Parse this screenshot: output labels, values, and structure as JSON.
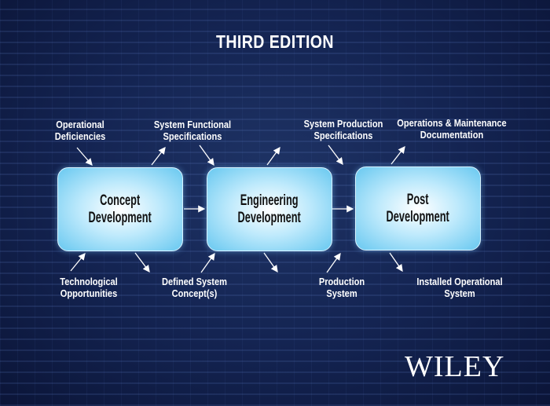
{
  "edition": "THIRD EDITION",
  "boxes": [
    {
      "line1": "Concept",
      "line2": "Development"
    },
    {
      "line1": "Engineering",
      "line2": "Development"
    },
    {
      "line1": "Post",
      "line2": "Development"
    }
  ],
  "inputs_top": [
    {
      "line1": "Operational",
      "line2": "Deficiencies"
    },
    {
      "line1": "System Functional",
      "line2": "Specifications"
    },
    {
      "line1": "System Production",
      "line2": "Specifications"
    },
    {
      "line1": "Operations & Maintenance",
      "line2": "Documentation"
    }
  ],
  "inputs_bottom": [
    {
      "line1": "Technological",
      "line2": "Opportunities"
    },
    {
      "line1": "Defined System",
      "line2": "Concept(s)"
    },
    {
      "line1": "Production",
      "line2": "System"
    },
    {
      "line1": "Installed Operational",
      "line2": "System"
    }
  ],
  "publisher": "WILEY"
}
